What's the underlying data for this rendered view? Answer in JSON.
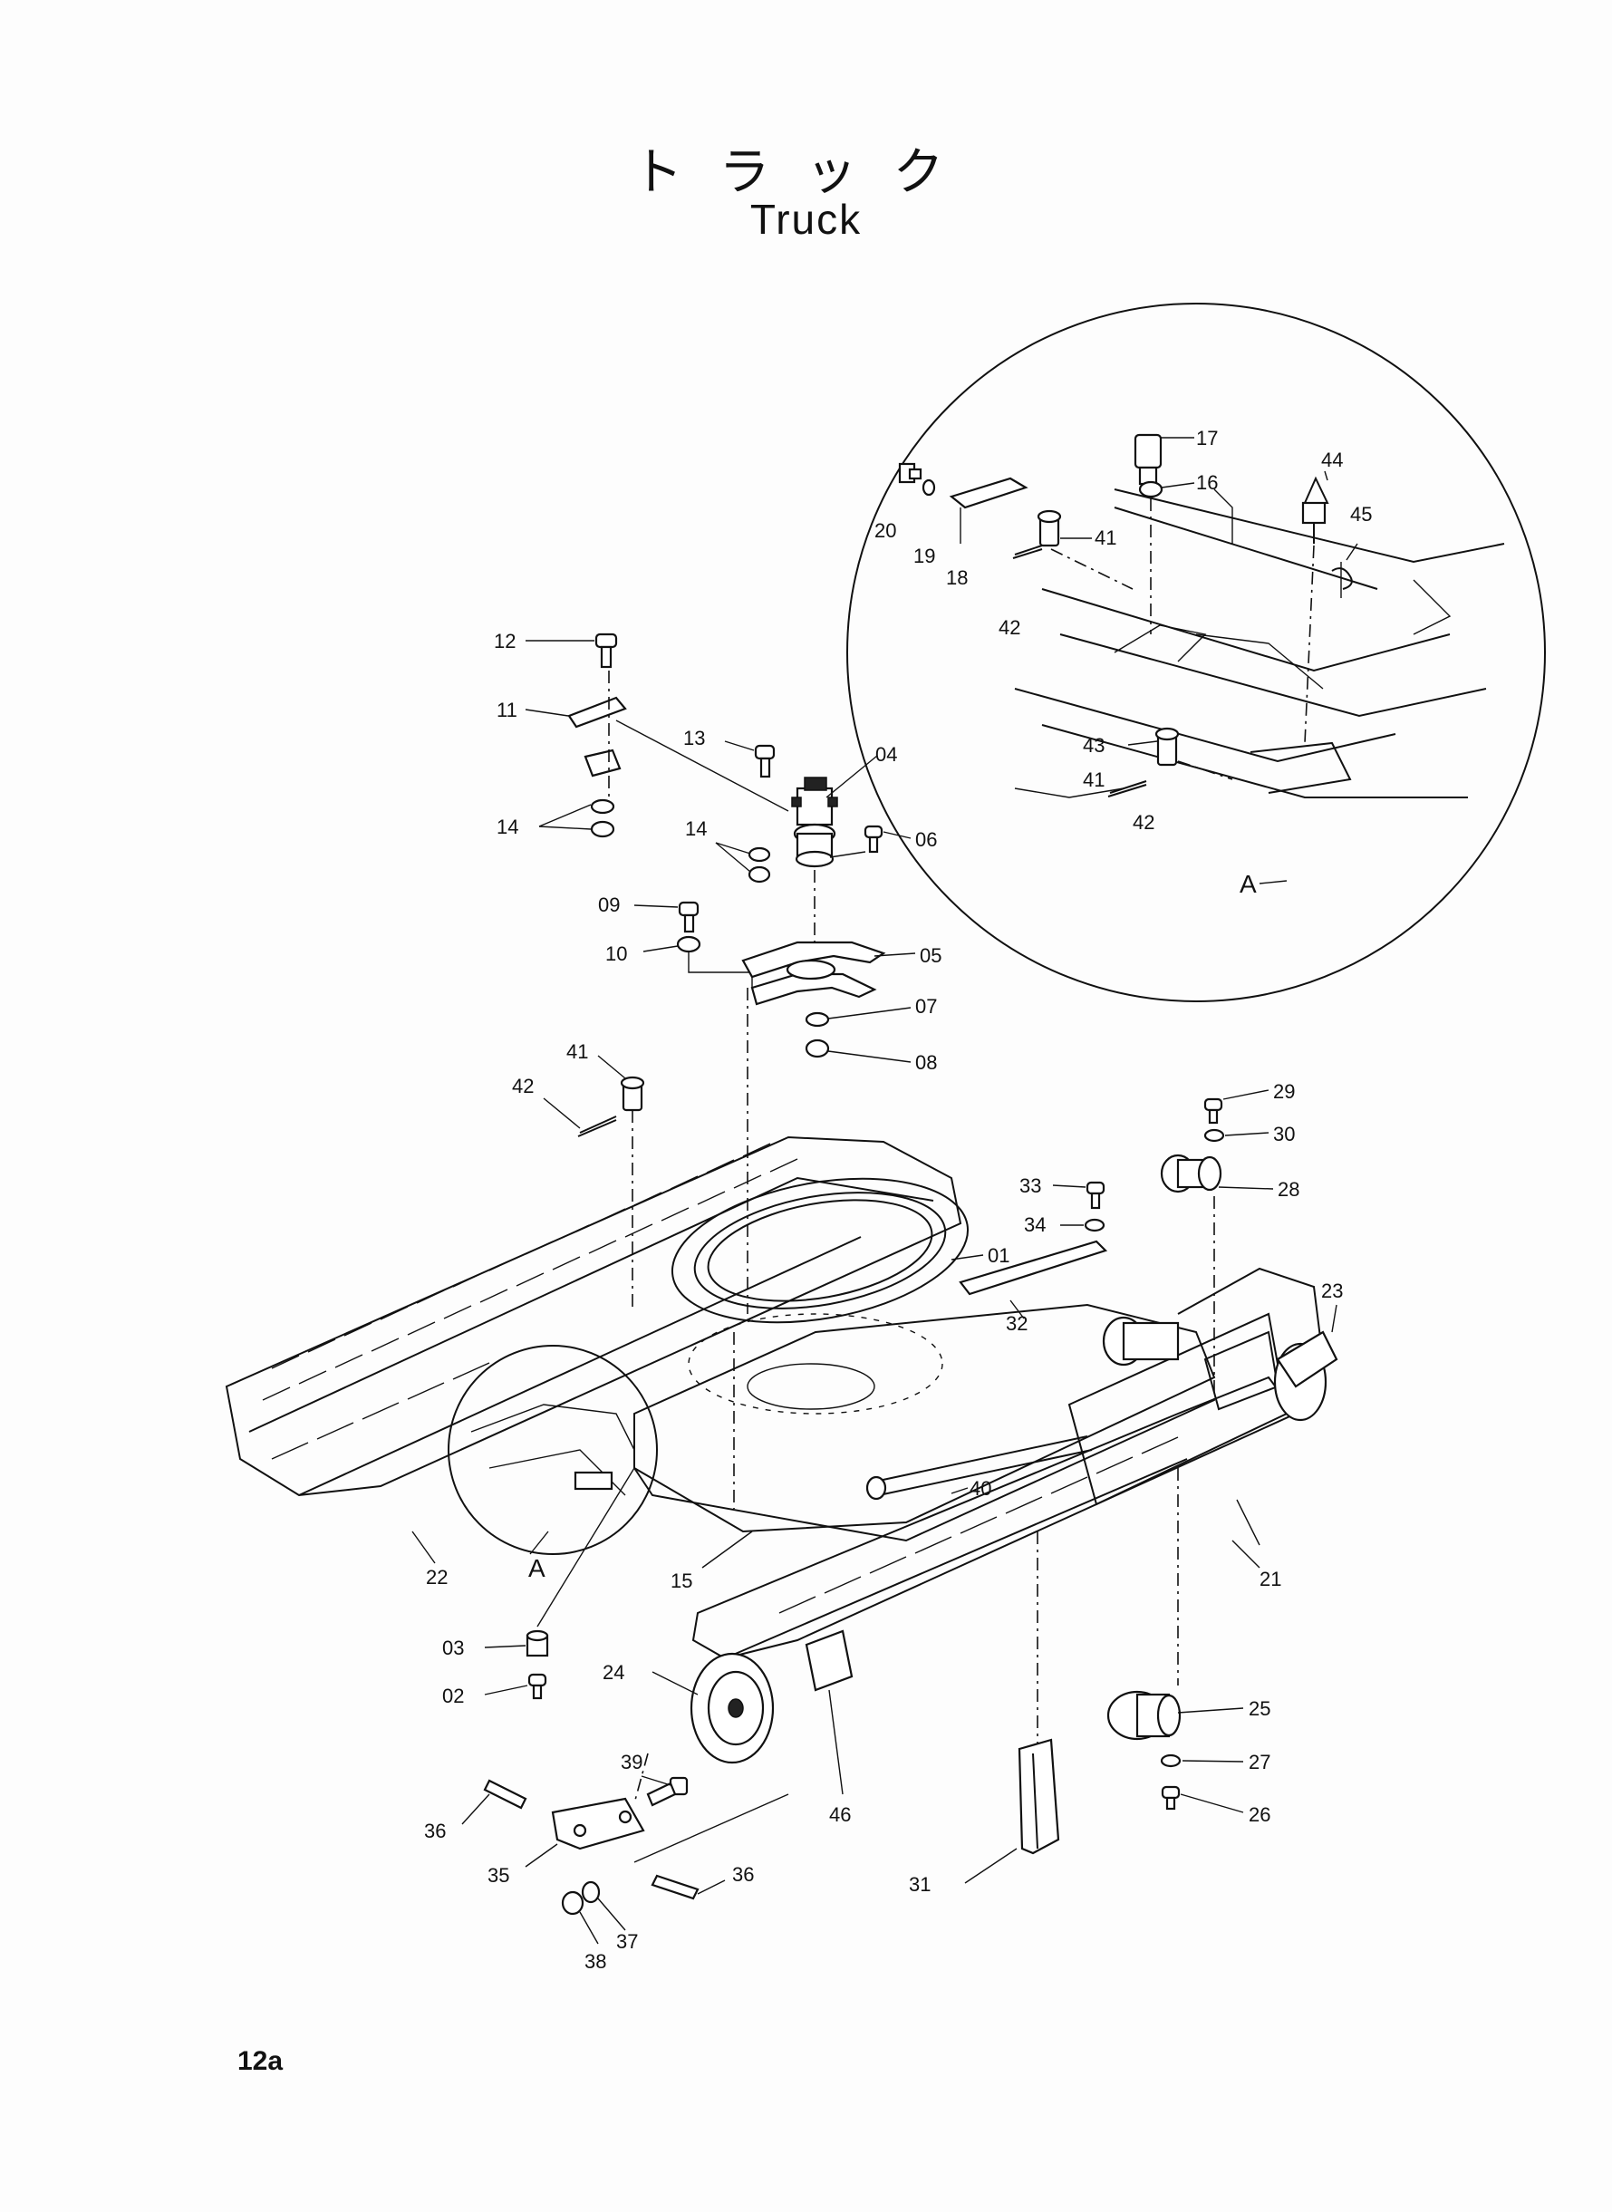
{
  "title": {
    "japanese": "トラック",
    "english": "Truck"
  },
  "page_number": "12a",
  "detail_view_label": "A",
  "detail_callout_label": "A",
  "part_labels": {
    "p01": "01",
    "p02": "02",
    "p03": "03",
    "p04": "04",
    "p05": "05",
    "p06": "06",
    "p07": "07",
    "p08": "08",
    "p09": "09",
    "p10": "10",
    "p11": "11",
    "p12": "12",
    "p13": "13",
    "p14a": "14",
    "p14b": "14",
    "p15": "15",
    "p16": "16",
    "p17": "17",
    "p18": "18",
    "p19": "19",
    "p20": "20",
    "p21": "21",
    "p22": "22",
    "p23": "23",
    "p24": "24",
    "p25": "25",
    "p26": "26",
    "p27": "27",
    "p28": "28",
    "p29": "29",
    "p30": "30",
    "p31": "31",
    "p32": "32",
    "p33": "33",
    "p34": "34",
    "p35": "35",
    "p36a": "36",
    "p36b": "36",
    "p37": "37",
    "p38": "38",
    "p39": "39",
    "p40": "40",
    "p41a": "41",
    "p41b": "41",
    "p41c": "41",
    "p42a": "42",
    "p42b": "42",
    "p42c": "42",
    "p43": "43",
    "p44": "44",
    "p45": "45",
    "p46": "46"
  }
}
